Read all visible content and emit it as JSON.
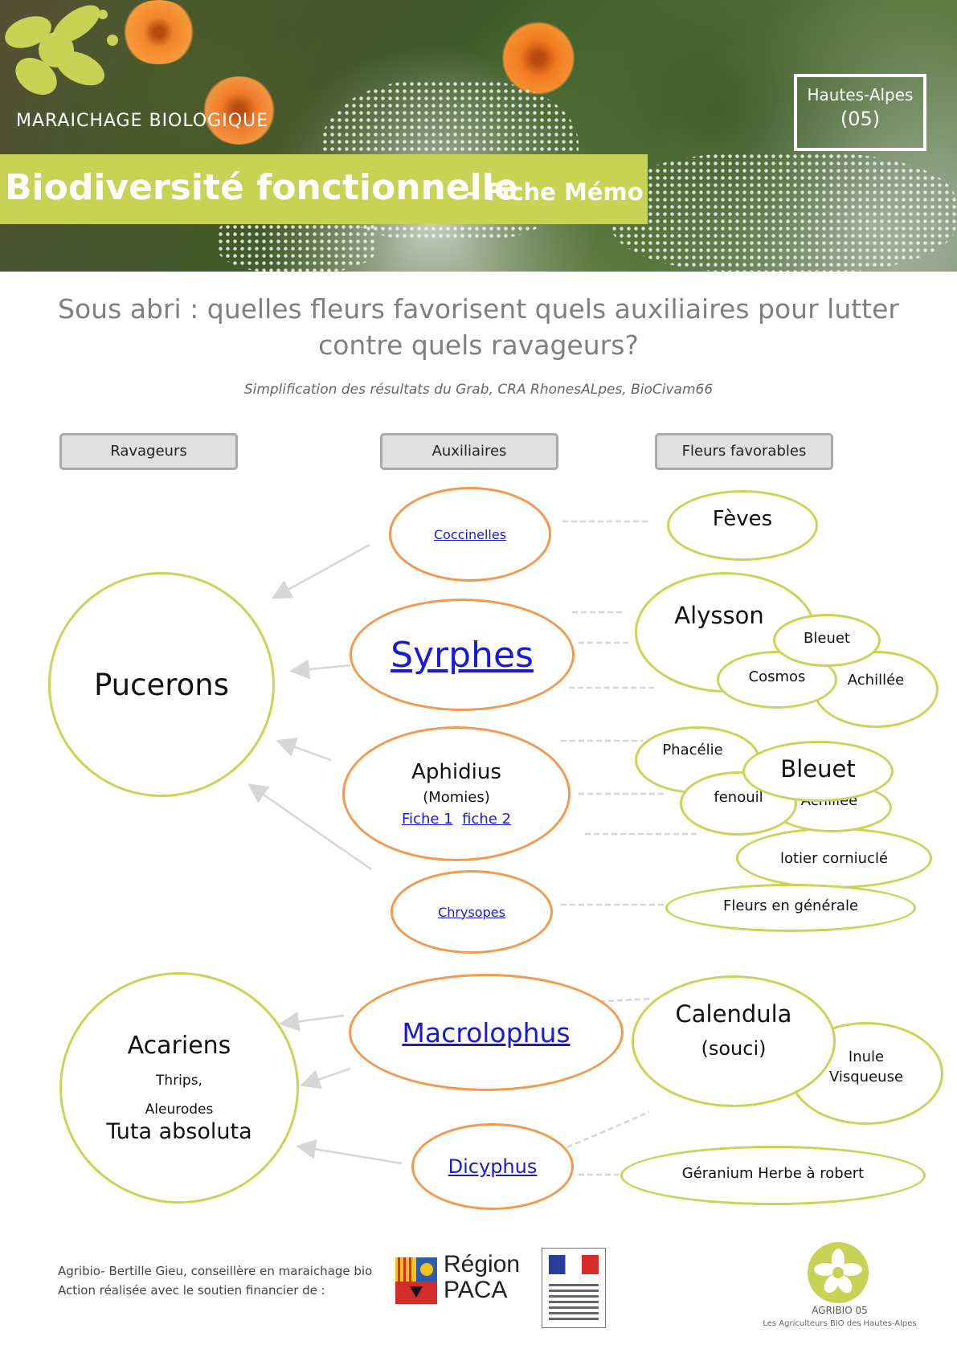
{
  "header": {
    "label": "MARAICHAGE BIOLOGIQUE",
    "title": "Biodiversité fonctionnelle",
    "subtitle": "– Fiche Mémo",
    "region": "Hautes-Alpes",
    "region_code": "(05)"
  },
  "question": "Sous abri : quelles fleurs favorisent quels auxiliaires pour lutter contre quels ravageurs?",
  "source": "Simplification des résultats du Grab, CRA RhonesALpes, BioCivam66",
  "columns": {
    "ravageurs": "Ravageurs",
    "auxiliaires": "Auxiliaires",
    "fleurs": "Fleurs favorables"
  },
  "ravageurs": {
    "pucerons": "Pucerons",
    "acariens": "Acariens",
    "thrips": "Thrips,",
    "aleurodes": "Aleurodes",
    "tuta": "Tuta absoluta"
  },
  "auxiliaires": {
    "coccinelles": "Coccinelles",
    "syrphes": "Syrphes",
    "aphidius": "Aphidius",
    "aphidius_note": "(Momies)",
    "fiche1": "Fiche 1",
    "fiche2": "fiche 2",
    "chrysopes": "Chrysopes",
    "macrolophus": "Macrolophus",
    "dicyphus": "Dicyphus"
  },
  "fleurs": {
    "feves": "Fèves",
    "alysson": "Alysson",
    "bleuet": "Bleuet",
    "cosmos": "Cosmos",
    "achillee": "Achillée",
    "phacelie": "Phacélie",
    "bleuet2": "Bleuet",
    "fenouil": "fenouil",
    "achillee2": "Achillée",
    "lotier": "lotier corniuclé",
    "generale": "Fleurs en générale",
    "calendula": "Calendula",
    "souci": "(souci)",
    "inule": "Inule",
    "visqueuse": "Visqueuse",
    "geranium": "Géranium Herbe à robert"
  },
  "footer": {
    "credit_line1": "Agribio- Bertille Gieu, conseillère en maraichage bio",
    "credit_line2": "Action réalisée avec le soutien financier de :",
    "paca_line1": "Région",
    "paca_line2": "PACA",
    "agri_name": "AGRIBIO 05",
    "agri_tag": "Les Agriculteurs BIO des Hautes-Alpes"
  },
  "colors": {
    "green": "#c9d356",
    "orange": "#f19a4e",
    "link": "#1a1ad6"
  }
}
